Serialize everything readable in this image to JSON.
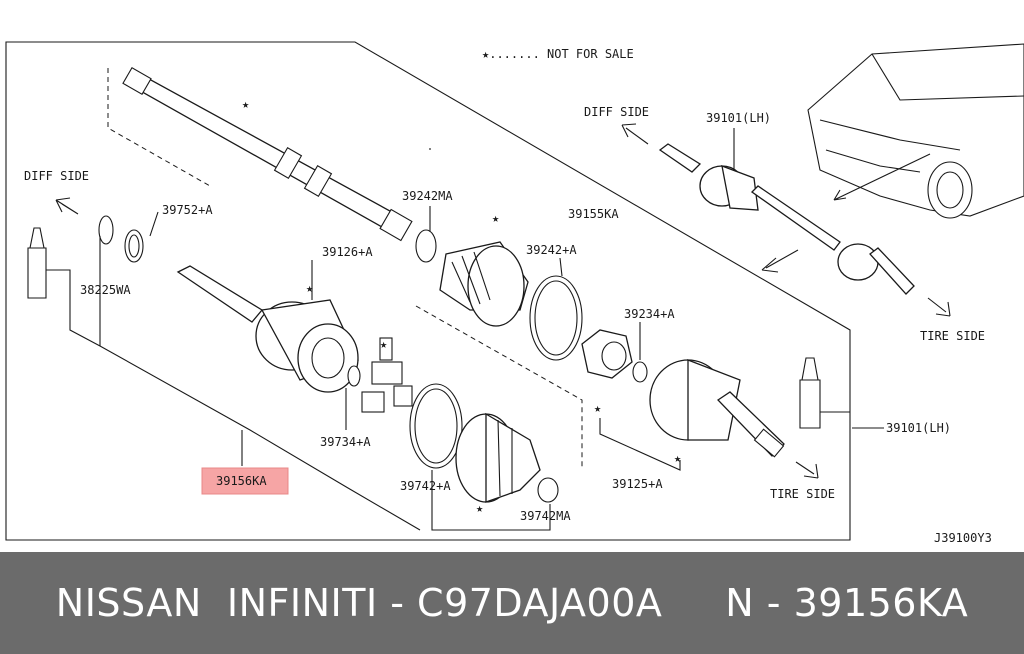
{
  "diagram": {
    "not_for_sale_note": "★....... NOT FOR SALE",
    "diff_side_left": "DIFF SIDE",
    "diff_side_right": "DIFF SIDE",
    "tire_side_top": "TIRE SIDE",
    "tire_side_bottom": "TIRE SIDE",
    "drawing_code": "J39100Y3",
    "highlight_color": "#f6a5a5",
    "parts": {
      "p39752": "39752+A",
      "p38225": "38225WA",
      "p39126": "39126+A",
      "p39242ma": "39242MA",
      "p39242a": "39242+A",
      "p39155": "39155KA",
      "p39101_top": "39101(LH)",
      "p39234": "39234+A",
      "p39734": "39734+A",
      "p39742a": "39742+A",
      "p39742ma": "39742MA",
      "p39125": "39125+A",
      "p39101_right": "39101(LH)",
      "p39156": "39156KA"
    }
  },
  "footer": {
    "caption": "NISSAN  INFINITI - C97DAJA00A     N - 39156KA"
  }
}
